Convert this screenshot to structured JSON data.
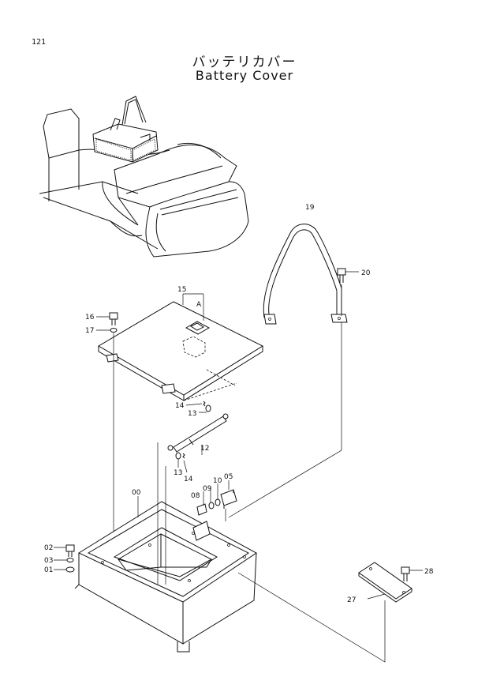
{
  "page_number": "121",
  "title_jp": "バッテリカバー",
  "title_en": "Battery Cover",
  "detail_marker": "A",
  "callouts": {
    "c00": "00",
    "c01": "01",
    "c02": "02",
    "c03": "03",
    "c05": "05",
    "c08": "08",
    "c09": "09",
    "c10": "10",
    "c12": "12",
    "c13a": "13",
    "c13b": "13",
    "c14a": "14",
    "c14b": "14",
    "c15": "15",
    "c16": "16",
    "c17": "17",
    "c19": "19",
    "c20": "20",
    "c27": "27",
    "c28": "28"
  }
}
